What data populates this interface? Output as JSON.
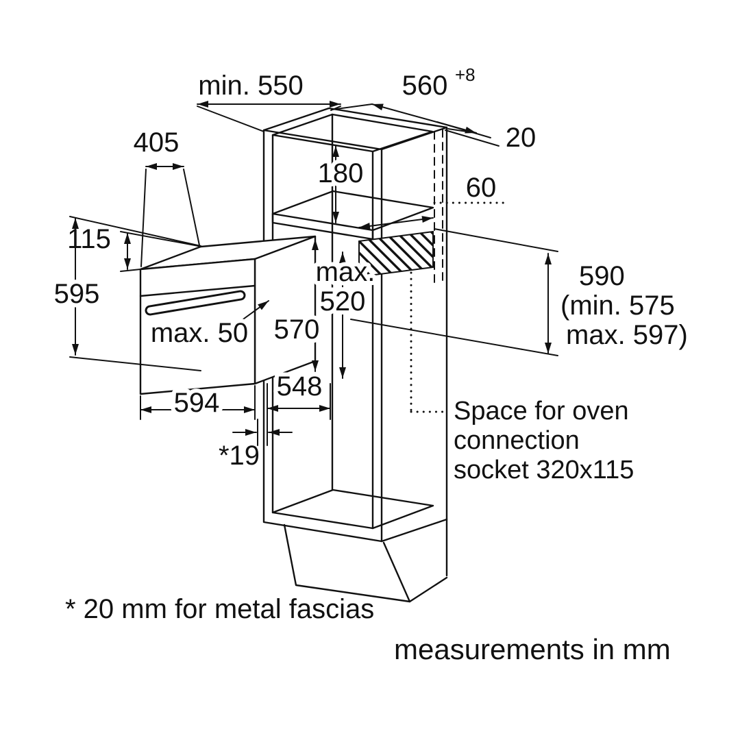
{
  "colors": {
    "background": "#ffffff",
    "line": "#111111",
    "text": "#111111"
  },
  "dimensions": {
    "niche_depth": "min. 550",
    "niche_width": "560",
    "niche_width_tol": "+8",
    "wall_thickness": "20",
    "top_compartment": "180",
    "socket_offset": "60",
    "top_depth": "405",
    "control_panel": "115",
    "oven_height": "595",
    "handle_clearance": "max. 50",
    "appliance_depth": "570",
    "recess_max_label": "max.",
    "recess_max_value": "520",
    "niche_height": "590",
    "niche_height_min": "(min. 575",
    "niche_height_max": "max. 597)",
    "oven_width": "594",
    "built_in_depth": "548",
    "fascia_gap": "*19"
  },
  "annotations": {
    "socket_line1": "Space for oven",
    "socket_line2": "connection",
    "socket_line3": "socket 320x115",
    "footnote": "* 20 mm for metal fascias",
    "units": "measurements in mm"
  }
}
